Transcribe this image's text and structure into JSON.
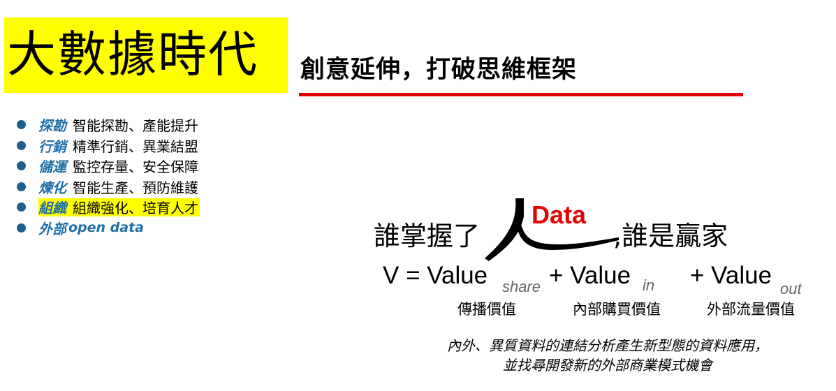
{
  "title": {
    "main": "大數據時代",
    "subtitle": "創意延伸，打破思維框架",
    "highlight_color": "#ffff00",
    "underline_color": "#e60000"
  },
  "bullets": [
    {
      "key": "探勘",
      "desc": "智能探勘、產能提升",
      "highlighted": false
    },
    {
      "key": "行銷",
      "desc": "精準行銷、異業結盟",
      "highlighted": false
    },
    {
      "key": "儲運",
      "desc": "監控存量、安全保障",
      "highlighted": false
    },
    {
      "key": "煉化",
      "desc": "智能生產、預防維護",
      "highlighted": false
    },
    {
      "key": "組織",
      "desc": "組織強化、培育人才",
      "highlighted": true
    },
    {
      "key": "外部",
      "desc": "open data",
      "highlighted": false
    }
  ],
  "bullet_colors": {
    "dot": "#1f5f8f",
    "key": "#1f6fa8"
  },
  "diagram": {
    "who_prefix": "誰掌握了",
    "data_word": "Data",
    "data_color": "#e60000",
    "winner_suffix": ",誰是贏家",
    "person_glyph": "人"
  },
  "formula": {
    "lhs": "V = Value",
    "sub_share": "share",
    "term_in": "+ Value",
    "sub_in": "in",
    "term_out": "+ Value",
    "sub_out": "out"
  },
  "captions": {
    "share": "傳播價值",
    "in": "內部購買價值",
    "out": "外部流量價值"
  },
  "note": {
    "line1": "內外、異質資料的連結分析產生新型態的資料應用，",
    "line2": "並找尋開發新的外部商業模式機會"
  }
}
